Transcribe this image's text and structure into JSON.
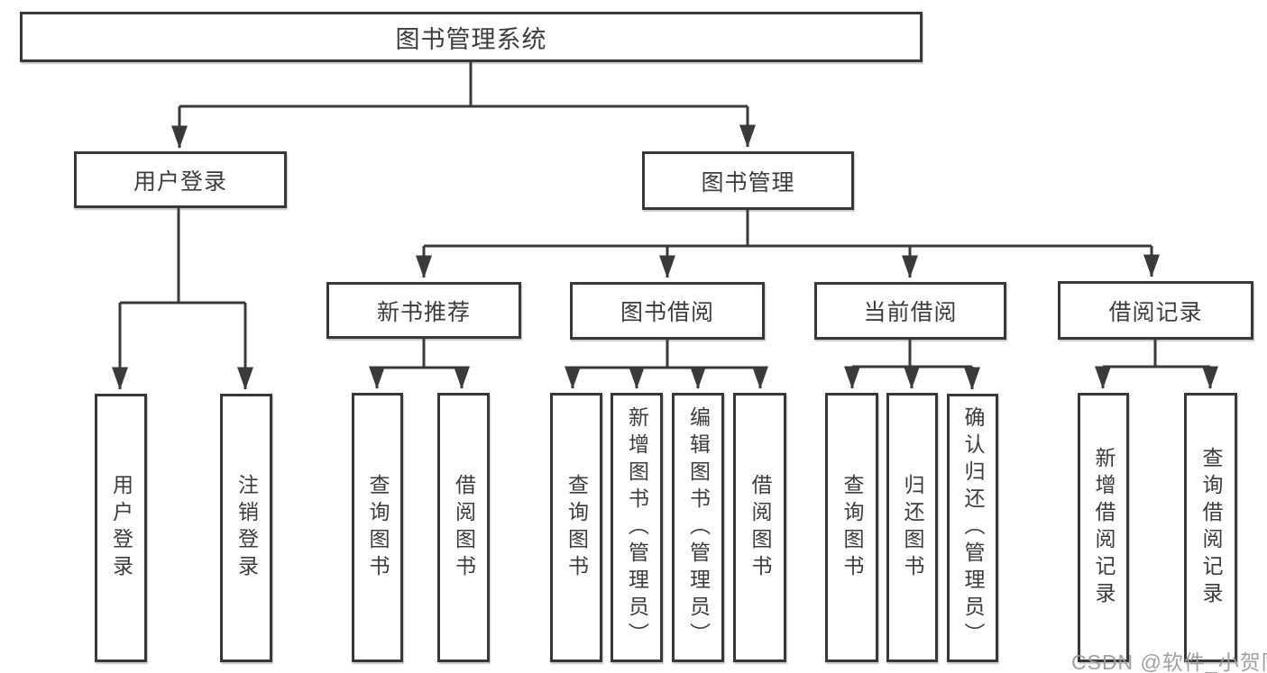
{
  "root": {
    "label": "图书管理系统"
  },
  "level2": {
    "user_login": {
      "label": "用户登录"
    },
    "book_mgmt": {
      "label": "图书管理"
    }
  },
  "level3": {
    "new_rec": {
      "label": "新书推荐"
    },
    "borrow": {
      "label": "图书借阅"
    },
    "current": {
      "label": "当前借阅"
    },
    "records": {
      "label": "借阅记录"
    }
  },
  "leaves": {
    "user_login": {
      "label": "用户登录"
    },
    "logout": {
      "label": "注销登录"
    },
    "rec_query": {
      "label": "查询图书"
    },
    "rec_borrow": {
      "label": "借阅图书"
    },
    "bb_query": {
      "label": "查询图书"
    },
    "bb_add": {
      "label": "新增图书（管理员）"
    },
    "bb_edit": {
      "label": "编辑图书（管理员）"
    },
    "bb_borrow": {
      "label": "借阅图书"
    },
    "cb_query": {
      "label": "查询图书"
    },
    "cb_return": {
      "label": "归还图书"
    },
    "cb_confirm": {
      "label": "确认归还（管理员）"
    },
    "br_add": {
      "label": "新增借阅记录"
    },
    "br_query": {
      "label": "查询借阅记录"
    }
  },
  "watermark": "CSDN @软件_小贺同学",
  "colors": {
    "line": "#3a3a3a",
    "text": "#3c3c3c",
    "watermark": "#9b9b9b"
  }
}
